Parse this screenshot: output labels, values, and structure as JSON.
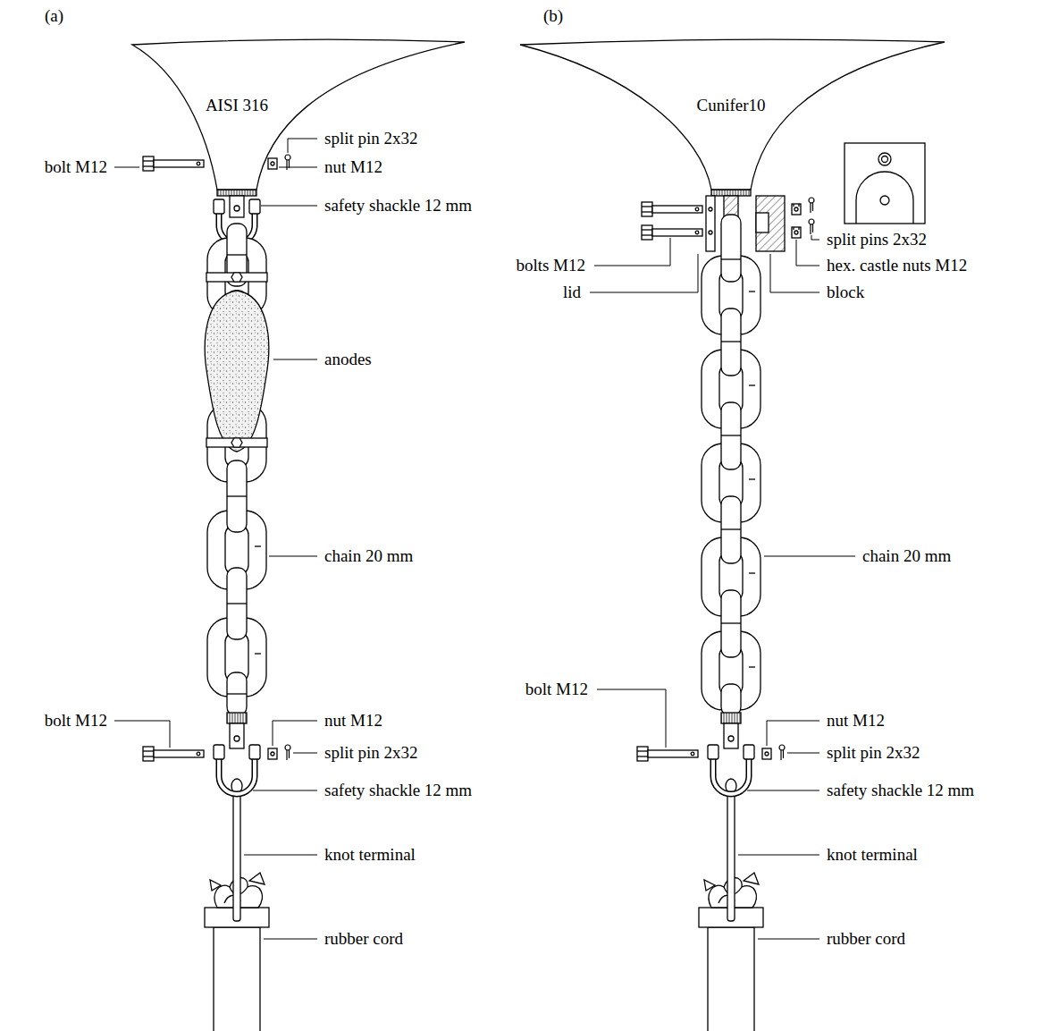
{
  "diagram": {
    "nodes": [
      {
        "text": [
          "AISI 316"
        ]
      },
      {
        "text": [
          "Cunifer10"
        ]
      }
    ],
    "labels": [
      "(a)",
      "(b)",
      "bolt M12",
      "split pin 2x32",
      "nut M12",
      "safety shackle 12 mm",
      "anodes",
      "chain 20 mm",
      "bolt M12",
      "nut M12",
      "split pin 2x32",
      "safety shackle 12 mm",
      "knot terminal",
      "rubber cord",
      "split pins 2x32",
      "bolts M12",
      "hex. castle nuts M12",
      "lid",
      "block",
      "chain 20 mm",
      "bolt M12",
      "nut M12",
      "split pin 2x32",
      "safety shackle 12 mm",
      "knot terminal",
      "rubber cord"
    ]
  }
}
